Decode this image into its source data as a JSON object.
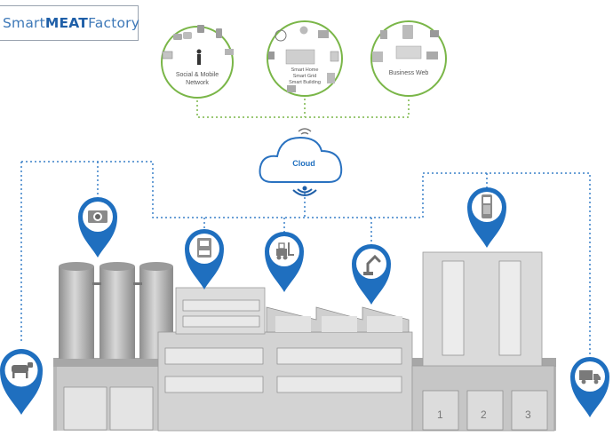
{
  "title": {
    "word1": "Smart",
    "word2": "MEAT",
    "word3": "Factory"
  },
  "hubs": {
    "social": {
      "line1": "Social & Mobile",
      "line2": "Network"
    },
    "smart": {
      "line1": "Smart Home",
      "line2": "Smart Grid",
      "line3": "Smart Building"
    },
    "business": {
      "label": "Business Web"
    }
  },
  "cloud": {
    "label": "Cloud"
  },
  "pins": {
    "cow": "cow-icon",
    "camera": "camera-icon",
    "printer": "label-printer-icon",
    "forklift": "forklift-icon",
    "robot": "robot-arm-icon",
    "scanner": "handheld-scanner-icon",
    "truck": "truck-icon"
  },
  "gates": [
    "1",
    "2",
    "3"
  ],
  "colors": {
    "accent": "#1f6fbf",
    "green": "#7ab648",
    "building": "#c9c9c9"
  }
}
